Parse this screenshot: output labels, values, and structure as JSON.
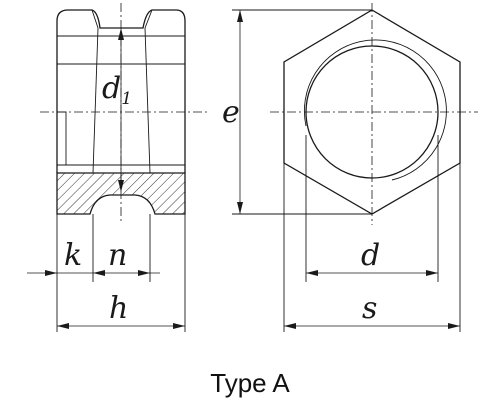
{
  "side_view": {
    "label_d1": "d",
    "label_d1_sub": "1",
    "label_k": "k",
    "label_n": "n",
    "label_h": "h"
  },
  "front_view": {
    "label_e": "e",
    "label_d": "d",
    "label_s": "s"
  },
  "caption": "Type A"
}
